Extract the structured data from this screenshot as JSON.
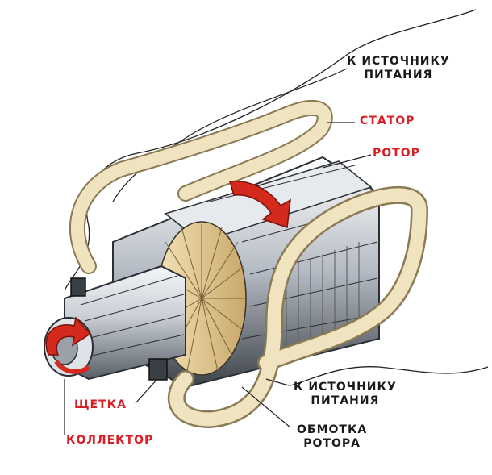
{
  "colors": {
    "label_red": "#d81f26",
    "label_black": "#1a1a1a",
    "cable": "#efe3c0",
    "cable_edge": "#8a7a55",
    "metal_light": "#eceff3",
    "metal_mid": "#b8bec7",
    "metal_dark": "#4a4f57",
    "copper": "#e9d3a4",
    "arrow_red": "#d42a1e"
  },
  "labels": {
    "power_top": [
      "К ИСТОЧНИКУ",
      "ПИТАНИЯ"
    ],
    "stator": "СТАТОР",
    "rotor": "РОТОР",
    "power_bottom": [
      "К ИСТОЧНИКУ",
      "ПИТАНИЯ"
    ],
    "brush": "ЩЕТКА",
    "commutator": "КОЛЛЕКТОР",
    "rotor_winding": [
      "ОБМОТКА",
      "РОТОРА"
    ]
  },
  "icons": [
    "rotation-arrow-icon",
    "commutator-arrow-icon"
  ]
}
